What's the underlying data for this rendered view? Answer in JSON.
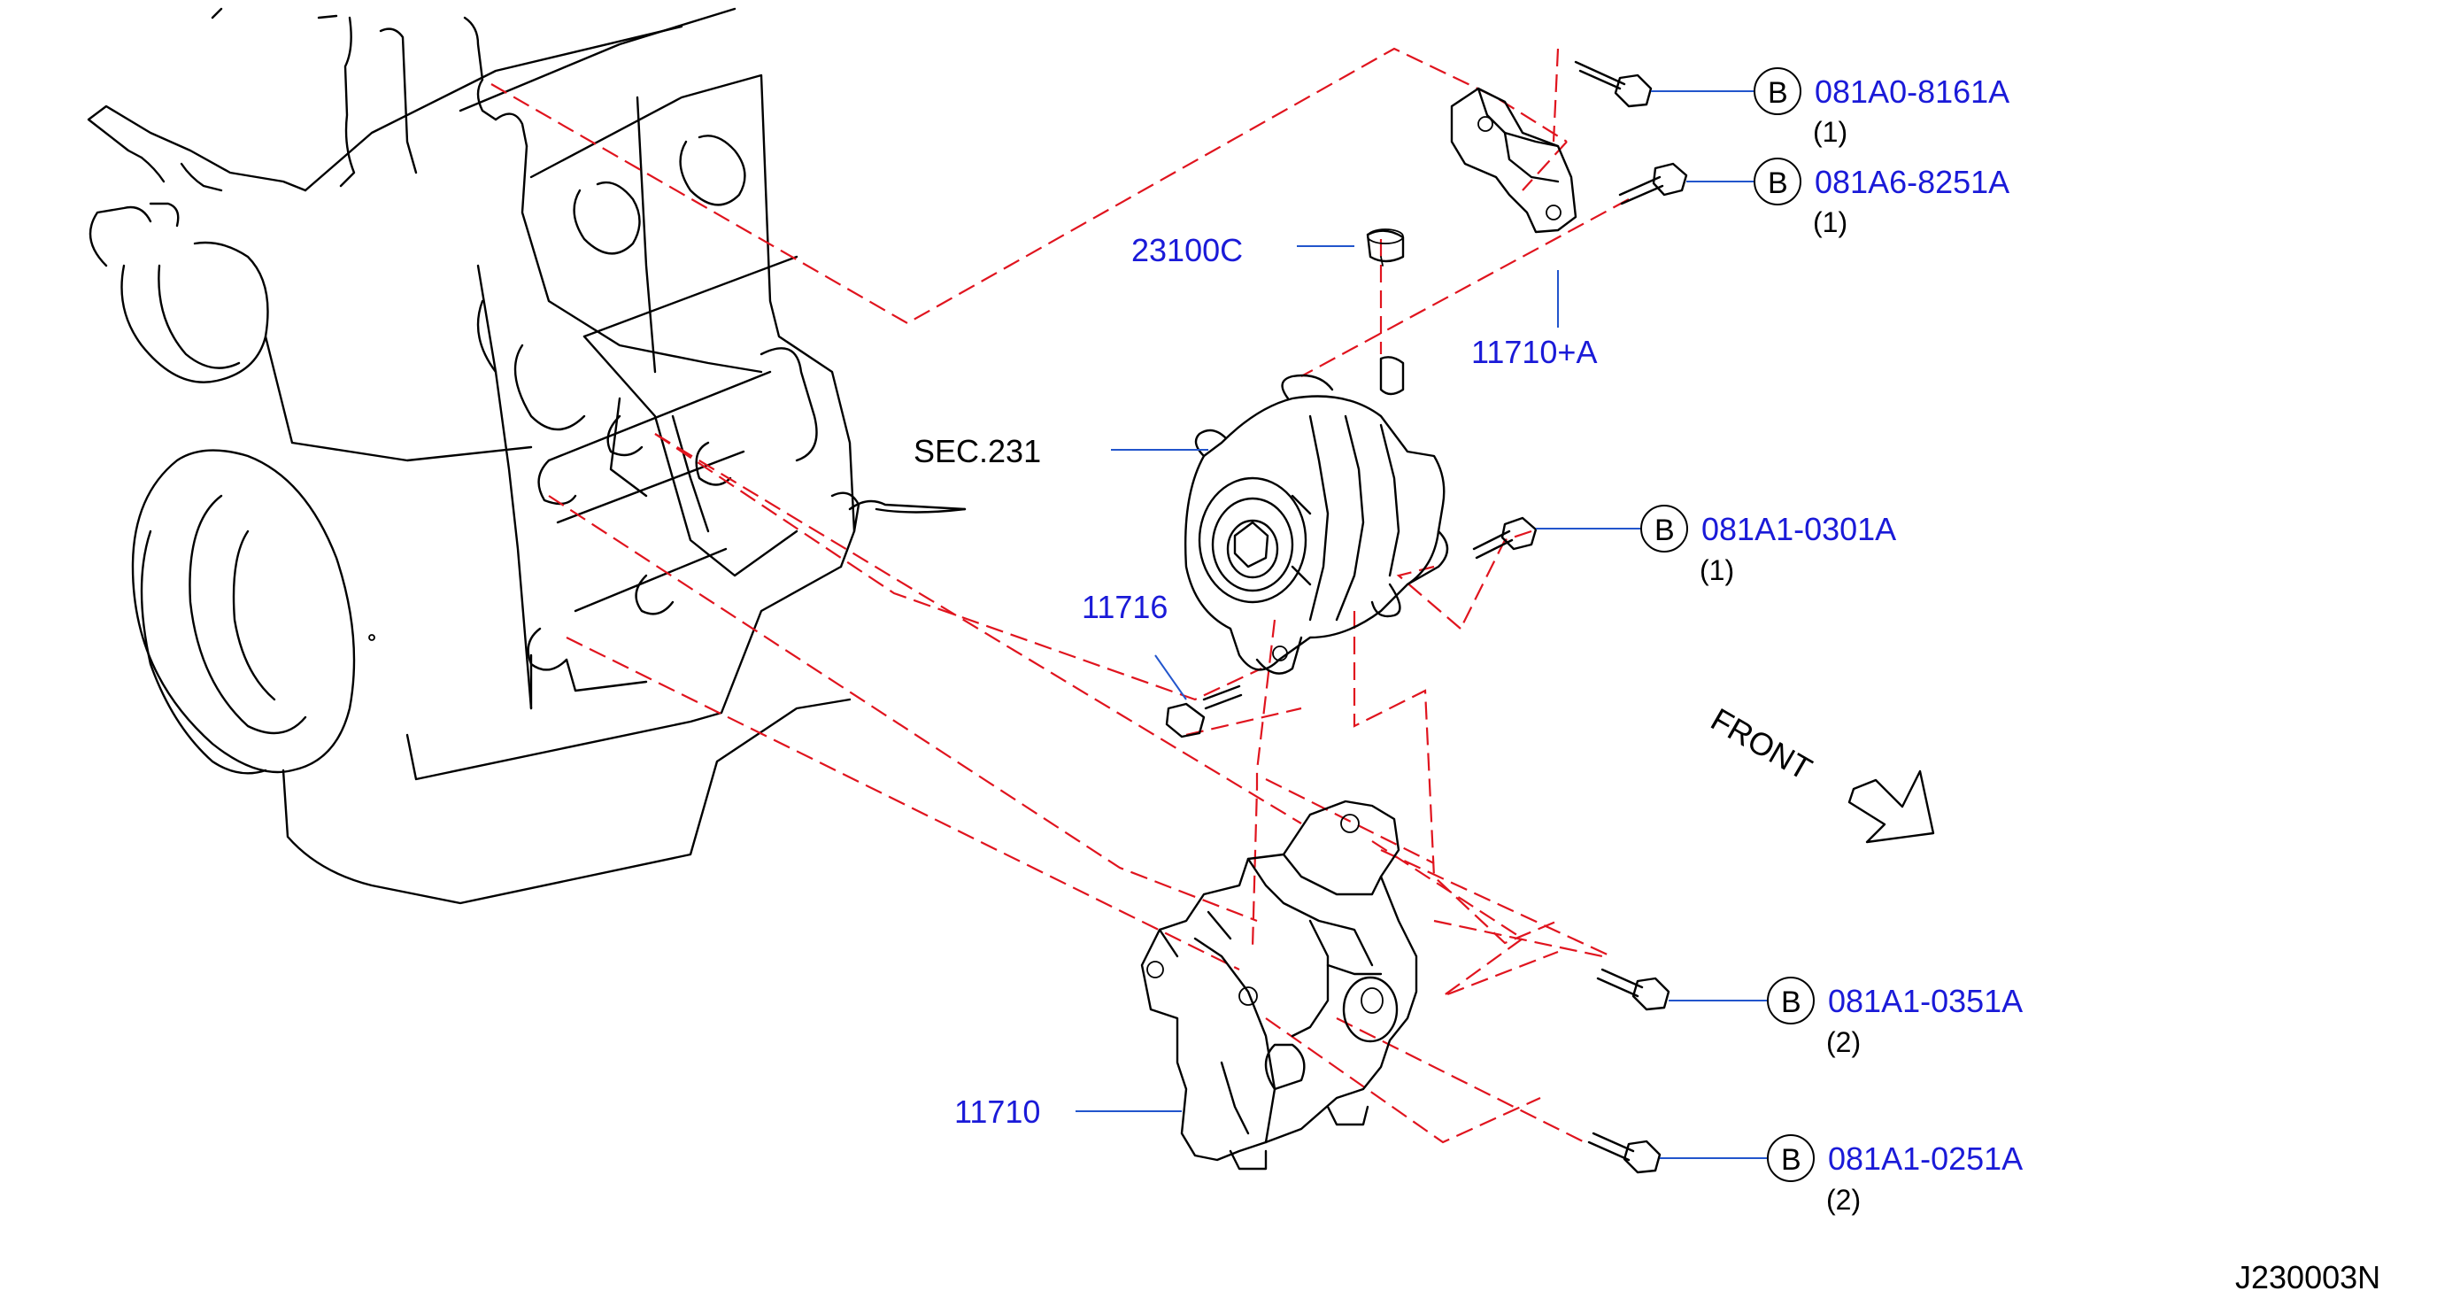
{
  "diagram_id": "J230003N",
  "labels": {
    "sec": "SEC.231",
    "nut": "23100C",
    "bracket_upper": "11710+A",
    "bolt_11716": "11716",
    "bracket_lower": "11710",
    "front": "FRONT"
  },
  "callouts": [
    {
      "mark": "B",
      "part": "081A0-8161A",
      "qty": "(1)"
    },
    {
      "mark": "B",
      "part": "081A6-8251A",
      "qty": "(1)"
    },
    {
      "mark": "B",
      "part": "081A1-0301A",
      "qty": "(1)"
    },
    {
      "mark": "B",
      "part": "081A1-0351A",
      "qty": "(2)"
    },
    {
      "mark": "B",
      "part": "081A1-0251A",
      "qty": "(2)"
    }
  ]
}
